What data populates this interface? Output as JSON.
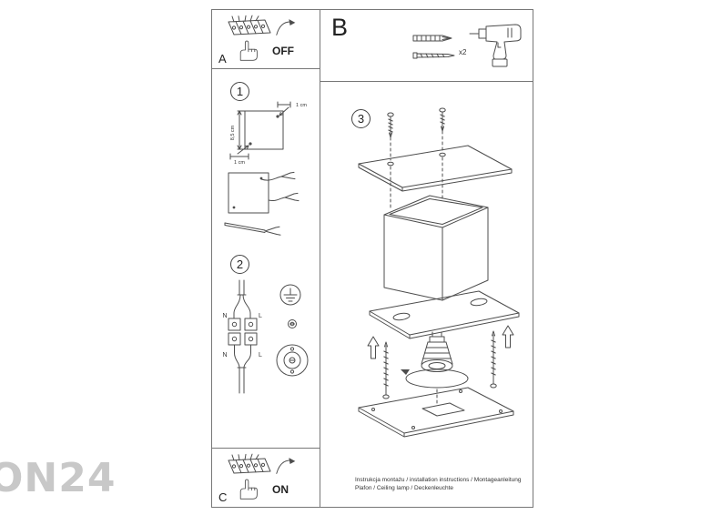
{
  "watermark": "ON24",
  "panel_a": {
    "label": "A",
    "state": "OFF"
  },
  "panel_b": {
    "label": "B",
    "qty": "x2"
  },
  "panel_c": {
    "label": "C",
    "state": "ON"
  },
  "steps": {
    "s1": "1",
    "s2": "2",
    "s3": "3"
  },
  "step1": {
    "dim_top": "1 cm",
    "dim_side": "8,5 cm",
    "dim_bottom": "1 cm"
  },
  "step2": {
    "n_top": "N",
    "l_top": "L",
    "n_bottom": "N",
    "l_bottom": "L"
  },
  "footer": {
    "line1": "Instrukcja montażu / installation instructions / Montageanleitung",
    "line2": "Plafon / Ceiling lamp / Deckenleuchte"
  }
}
